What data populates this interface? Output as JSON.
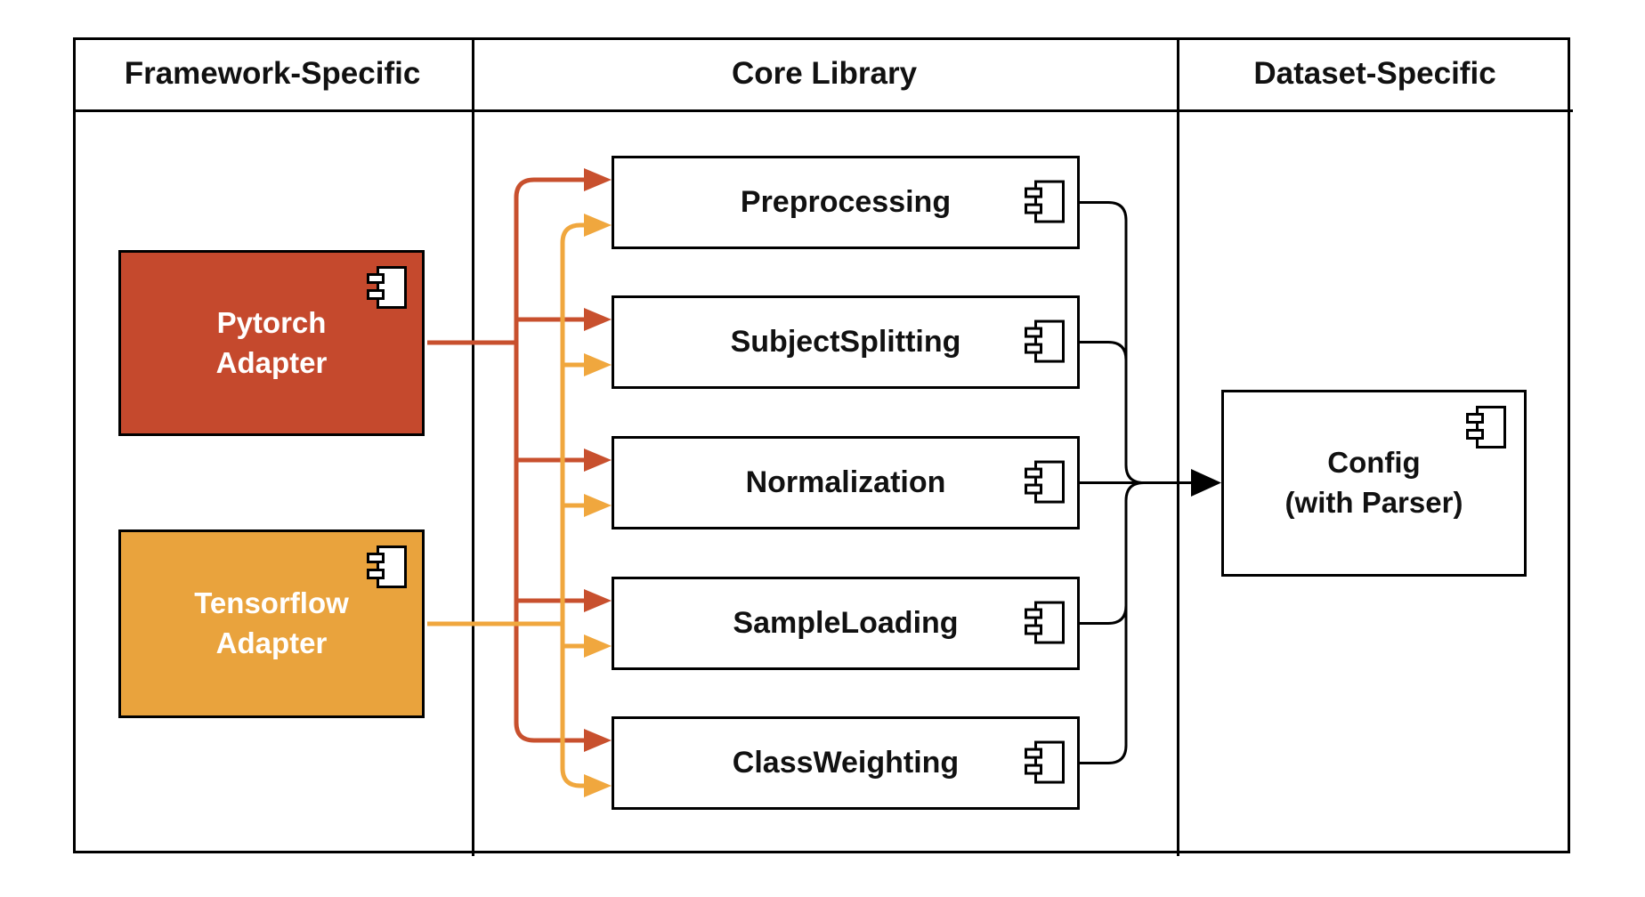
{
  "header": {
    "columns": [
      {
        "label": "Framework-Specific"
      },
      {
        "label": "Core Library"
      },
      {
        "label": "Dataset-Specific"
      }
    ]
  },
  "adapters": [
    {
      "label": "Pytorch\nAdapter",
      "color": "#c5492d"
    },
    {
      "label": "Tensorflow\nAdapter",
      "color": "#e9a33d"
    }
  ],
  "core_components": [
    {
      "label": "Preprocessing"
    },
    {
      "label": "SubjectSplitting"
    },
    {
      "label": "Normalization"
    },
    {
      "label": "SampleLoading"
    },
    {
      "label": "ClassWeighting"
    }
  ],
  "dataset": {
    "config_label": "Config\n(with Parser)"
  },
  "icons": {
    "component_icon": "uml-component-icon"
  },
  "connections": [
    {
      "from": "Pytorch Adapter",
      "to": [
        "Preprocessing",
        "SubjectSplitting",
        "Normalization",
        "SampleLoading",
        "ClassWeighting"
      ],
      "color": "#c8502e",
      "style": "arrow"
    },
    {
      "from": "Tensorflow Adapter",
      "to": [
        "Preprocessing",
        "SubjectSplitting",
        "Normalization",
        "SampleLoading",
        "ClassWeighting"
      ],
      "color": "#f0a73e",
      "style": "arrow"
    },
    {
      "from": [
        "Preprocessing",
        "SubjectSplitting",
        "Normalization",
        "SampleLoading",
        "ClassWeighting"
      ],
      "to": "Config (with Parser)",
      "color": "#000000",
      "style": "arrow"
    }
  ],
  "colors": {
    "red": "#c5492d",
    "orange": "#e9a33d",
    "arrow_red": "#c8502e",
    "arrow_orange": "#f0a73e",
    "line": "#000000",
    "background": "#ffffff"
  }
}
